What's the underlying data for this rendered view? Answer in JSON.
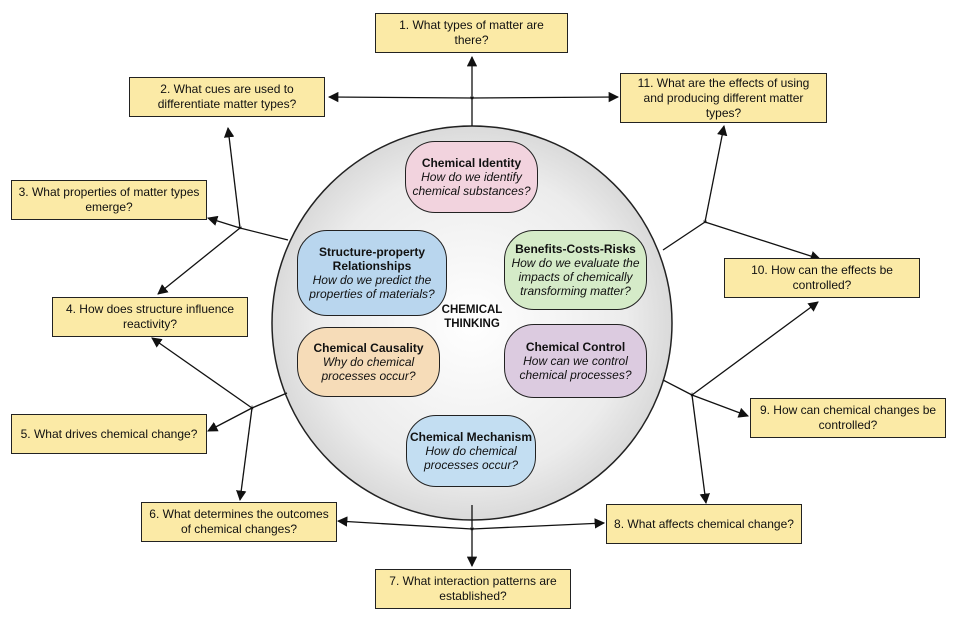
{
  "center": {
    "line1": "CHEMICAL",
    "line2": "THINKING"
  },
  "nodes": [
    {
      "id": "identity",
      "title": "Chemical Identity",
      "sub": "How do we identify chemical substances?",
      "color": "#f2d3de"
    },
    {
      "id": "structure",
      "title": "Structure-property Relationships",
      "sub": "How do we predict the properties of materials?",
      "color": "#b9d6ee"
    },
    {
      "id": "benefits",
      "title": "Benefits-Costs-Risks",
      "sub": "How do we evaluate the impacts of chemically transforming matter?",
      "color": "#d5ebc8"
    },
    {
      "id": "causality",
      "title": "Chemical Causality",
      "sub": "Why do chemical processes occur?",
      "color": "#f6dcb8"
    },
    {
      "id": "control",
      "title": "Chemical Control",
      "sub": "How can we control chemical processes?",
      "color": "#dccbe0"
    },
    {
      "id": "mechanism",
      "title": "Chemical Mechanism",
      "sub": "How do chemical processes occur?",
      "color": "#c3def2"
    }
  ],
  "questions": [
    "1. What types of matter are there?",
    "2. What cues are used to differentiate matter types?",
    "3. What properties of matter types emerge?",
    "4. How does structure influence reactivity?",
    "5. What drives chemical change?",
    "6. What determines the outcomes of chemical changes?",
    "7. What interaction patterns are established?",
    "8. What affects chemical change?",
    "9. How can chemical changes be controlled?",
    "10. How can the effects be controlled?",
    "11. What are the effects of using and producing different matter types?"
  ],
  "junction_symbol": "*",
  "colors": {
    "box_fill": "#fbeaa6",
    "line": "#111111"
  }
}
